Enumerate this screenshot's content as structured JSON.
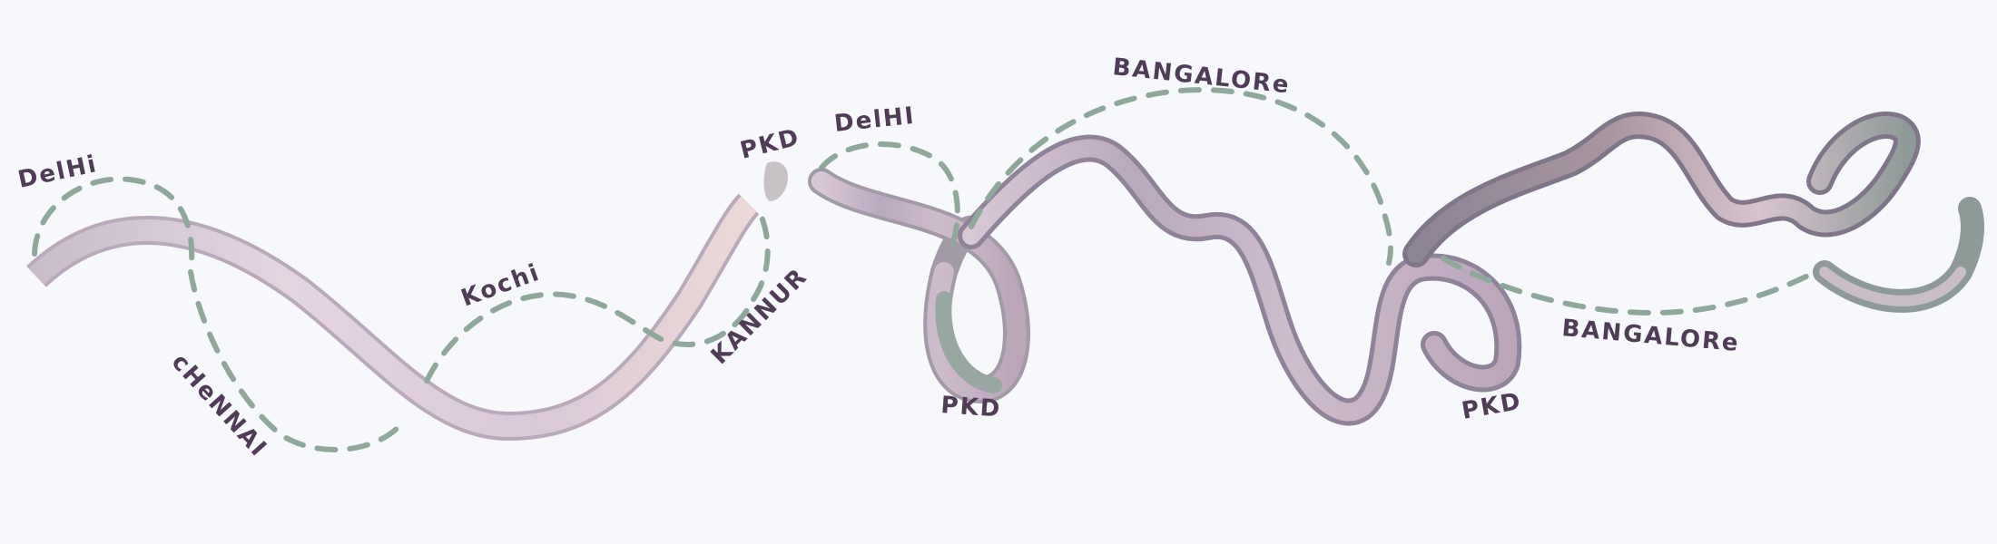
{
  "colors": {
    "background": "#f7f8fb",
    "ribbon_light": "#e6d9e4",
    "ribbon_mid": "#c7b4c8",
    "ribbon_dark": "#8f8399",
    "ribbon_teal": "#9fb0aa",
    "route_dash": "#8fa89b",
    "label": "#4f3c57"
  },
  "labels": {
    "delhi_left": "DelHi",
    "chennai": "cHeNNAI",
    "kochi": "Kochi",
    "pkd_top": "PKD",
    "kannur": "KANNUR",
    "delhi_mid": "DelHI",
    "pkd_loop": "PKD",
    "bangalore_top": "BANGALORe",
    "pkd_right": "PKD",
    "bangalore_right": "BANGALORe"
  }
}
